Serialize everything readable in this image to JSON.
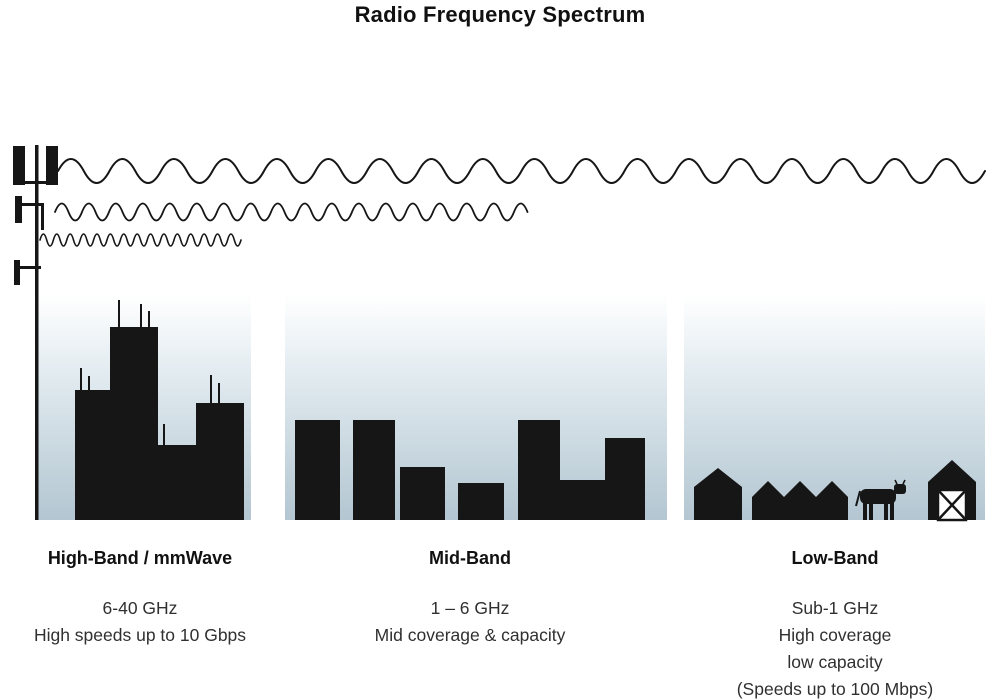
{
  "title": "Radio Frequency Spectrum",
  "sections": [
    {
      "label": "High-Band / mmWave",
      "freq": "6-40 GHz",
      "lines": [
        "High speeds up to 10 Gbps"
      ]
    },
    {
      "label": "Mid-Band",
      "freq": "1 – 6 GHz",
      "lines": [
        "Mid coverage & capacity"
      ]
    },
    {
      "label": "Low-Band",
      "freq": "Sub-1 GHz",
      "lines": [
        "High coverage",
        "low capacity",
        "(Speeds up to 100 Mbps)"
      ]
    }
  ],
  "icons": [
    "cell-tower-icon",
    "long-wave-icon",
    "medium-wave-icon",
    "short-wave-icon",
    "city-skyline-icon",
    "town-skyline-icon",
    "suburban-houses-icon",
    "cow-icon",
    "barn-icon"
  ],
  "colors": {
    "ink": "#161616",
    "text": "#303030",
    "sky_top": "#ffffff",
    "sky_bottom": "#b3c6d1"
  }
}
